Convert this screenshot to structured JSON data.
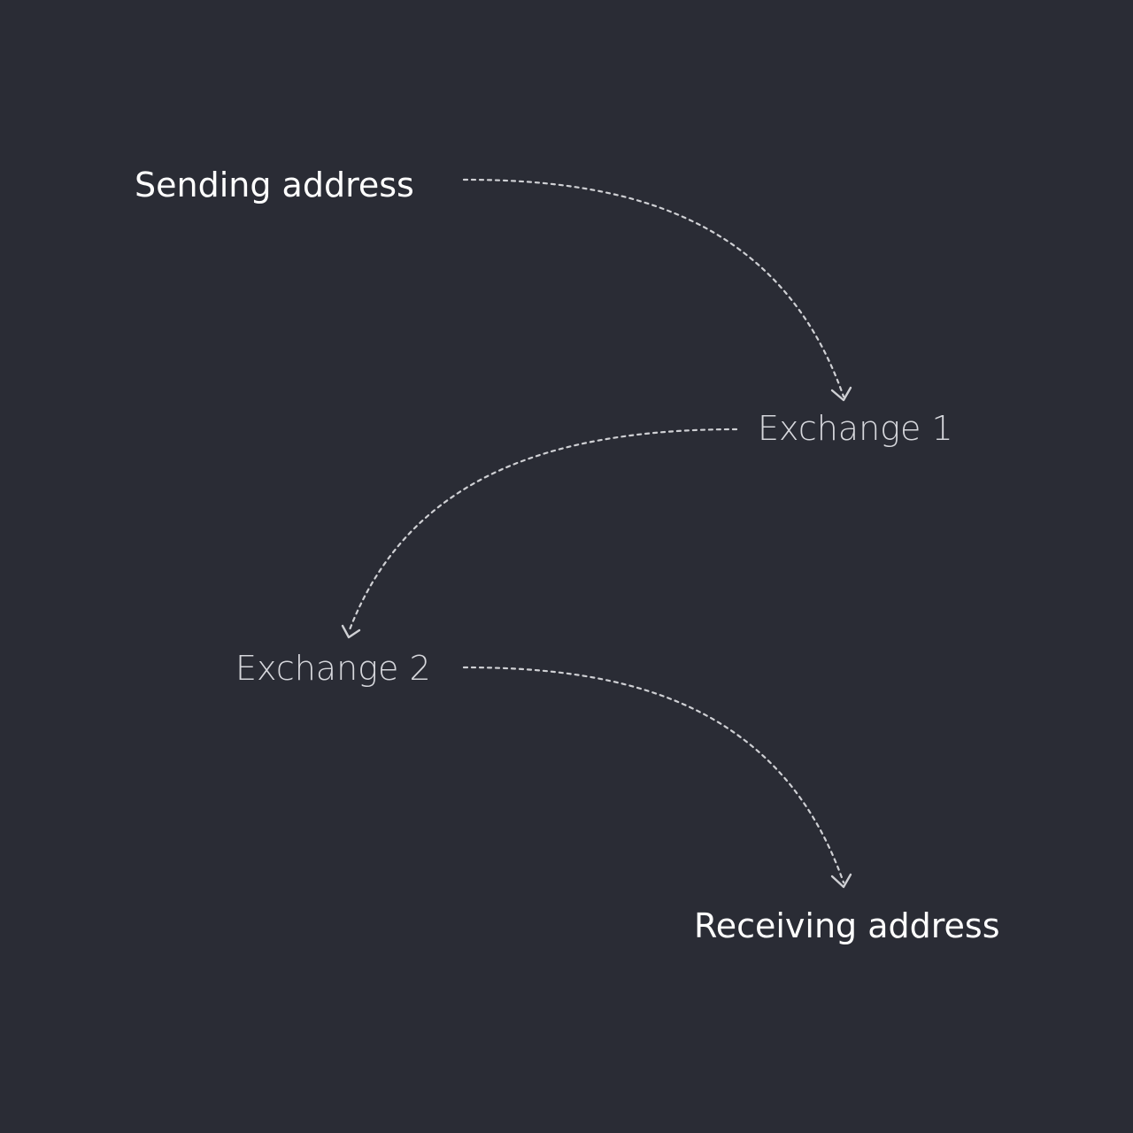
{
  "colors": {
    "background": "#2a2c35",
    "primary_text": "#ffffff",
    "secondary_text": "#d6d7dc",
    "connector": "#cfd0d4"
  },
  "nodes": {
    "sending": {
      "label": "Sending address"
    },
    "exchange1": {
      "label": "Exchange 1"
    },
    "exchange2": {
      "label": "Exchange 2"
    },
    "receiving": {
      "label": "Receiving address"
    }
  },
  "edges": [
    {
      "from": "sending",
      "to": "exchange1",
      "style": "dashed",
      "arrow": "chevron"
    },
    {
      "from": "exchange1",
      "to": "exchange2",
      "style": "dashed",
      "arrow": "chevron"
    },
    {
      "from": "exchange2",
      "to": "receiving",
      "style": "dashed",
      "arrow": "chevron"
    }
  ]
}
